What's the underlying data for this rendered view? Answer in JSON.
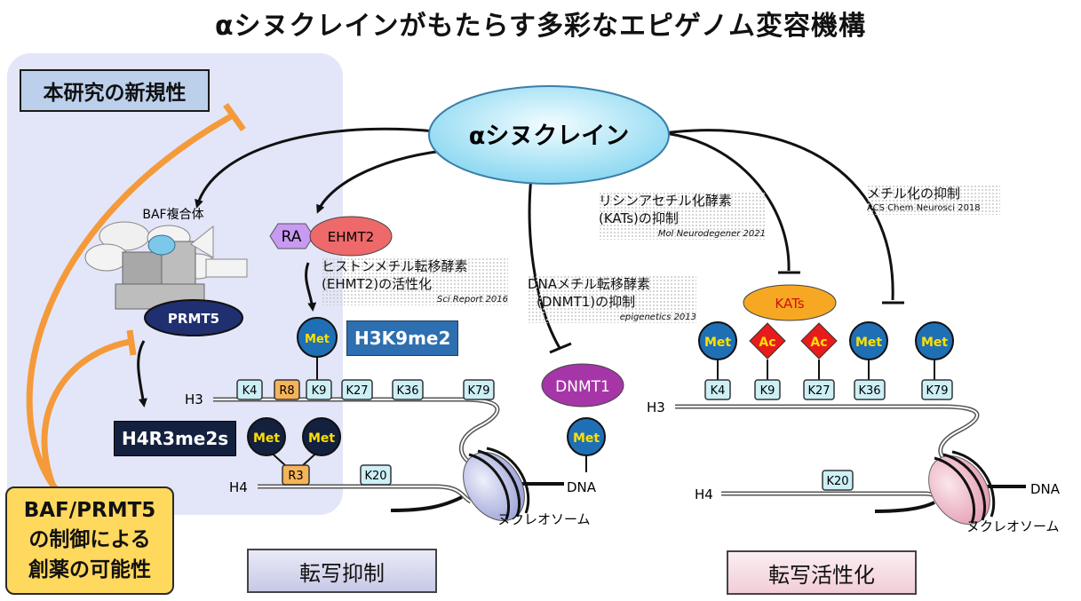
{
  "title": "αシヌクレインがもたらす多彩なエピゲノム変容機構",
  "novelty_label": "本研究の新規性",
  "baf_prmt5_box": {
    "line1": "BAF/PRMT5",
    "line2": "の制御による",
    "line3": "創薬の可能性"
  },
  "bottom_labels": {
    "repression": "転写抑制",
    "activation": "転写活性化"
  },
  "center_label": "αシヌクレイン",
  "baf": {
    "label": "BAF複合体",
    "prmt5": "PRMT5"
  },
  "ra": "RA",
  "ehmt2": "EHMT2",
  "h3k9me2": "H3K9me2",
  "h4r3me2s": "H4R3me2s",
  "notes": {
    "ehmt2": {
      "line1": "ヒストンメチル転移酵素",
      "line2": "(EHMT2)の活性化",
      "cite": "Sci Report 2016"
    },
    "dnmt": {
      "line1": "DNAメチル転移酵素",
      "line2": "(DNMT1)の抑制",
      "cite": "epigenetics 2013"
    },
    "kat": {
      "line1": "リシンアセチル化酵素",
      "line2": "(KATs)の抑制",
      "cite": "Mol Neurodegener 2021"
    },
    "meth": {
      "line1": "メチル化の抑制",
      "cite": "ACS Chem Neurosci 2018"
    }
  },
  "dnmt1": "DNMT1",
  "kats": "KATs",
  "met": "Met",
  "ac": "Ac",
  "dna": "DNA",
  "nucleosome": "ヌクレオソーム",
  "h3": "H3",
  "h4": "H4",
  "left_h3_residues": [
    "K4",
    "R8",
    "K9",
    "K27",
    "K36",
    "K79"
  ],
  "left_h4_residues": [
    "R3",
    "K20"
  ],
  "right_h3_residues": [
    "K4",
    "K9",
    "K27",
    "K36",
    "K79"
  ],
  "right_h4_residues": [
    "K20"
  ],
  "colors": {
    "met": "#1f6fb5",
    "dark_met": "#13213e",
    "ac": "#e81b1b",
    "arrow_orange": "#f49a3a",
    "kats": "#f7a823",
    "dnmt1": "#a636a8"
  }
}
